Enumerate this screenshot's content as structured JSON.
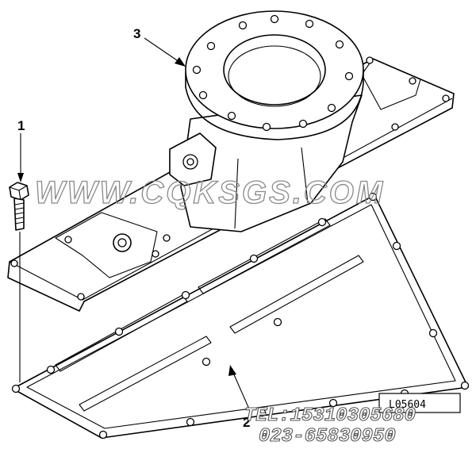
{
  "callouts": {
    "bolt": "1",
    "gasket": "2",
    "housing": "3"
  },
  "watermark": "WWW.CQKSGS.COM",
  "reference_code": "L05604",
  "contact": {
    "phone": "TEL:15310305680",
    "landline": "023-65830950"
  }
}
